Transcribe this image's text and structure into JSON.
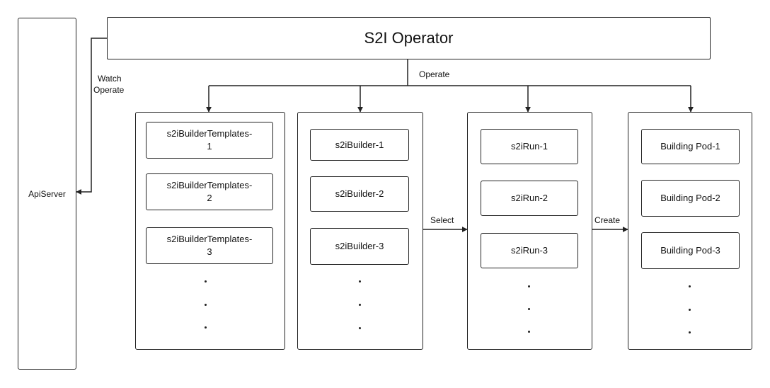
{
  "operator": {
    "title": "S2I Operator"
  },
  "apiserver": {
    "label": "ApiServer"
  },
  "edges": {
    "watch_operate": [
      "Watch",
      "Operate"
    ],
    "operate": "Operate",
    "select": "Select",
    "create": "Create"
  },
  "columns": {
    "templates": [
      "s2iBuilderTemplates-\n1",
      "s2iBuilderTemplates-\n2",
      "s2iBuilderTemplates-\n3"
    ],
    "builders": [
      "s2iBuilder-1",
      "s2iBuilder-2",
      "s2iBuilder-3"
    ],
    "runs": [
      "s2iRun-1",
      "s2iRun-2",
      "s2iRun-3"
    ],
    "pods": [
      "Building Pod-1",
      "Building Pod-2",
      "Building Pod-3"
    ]
  }
}
